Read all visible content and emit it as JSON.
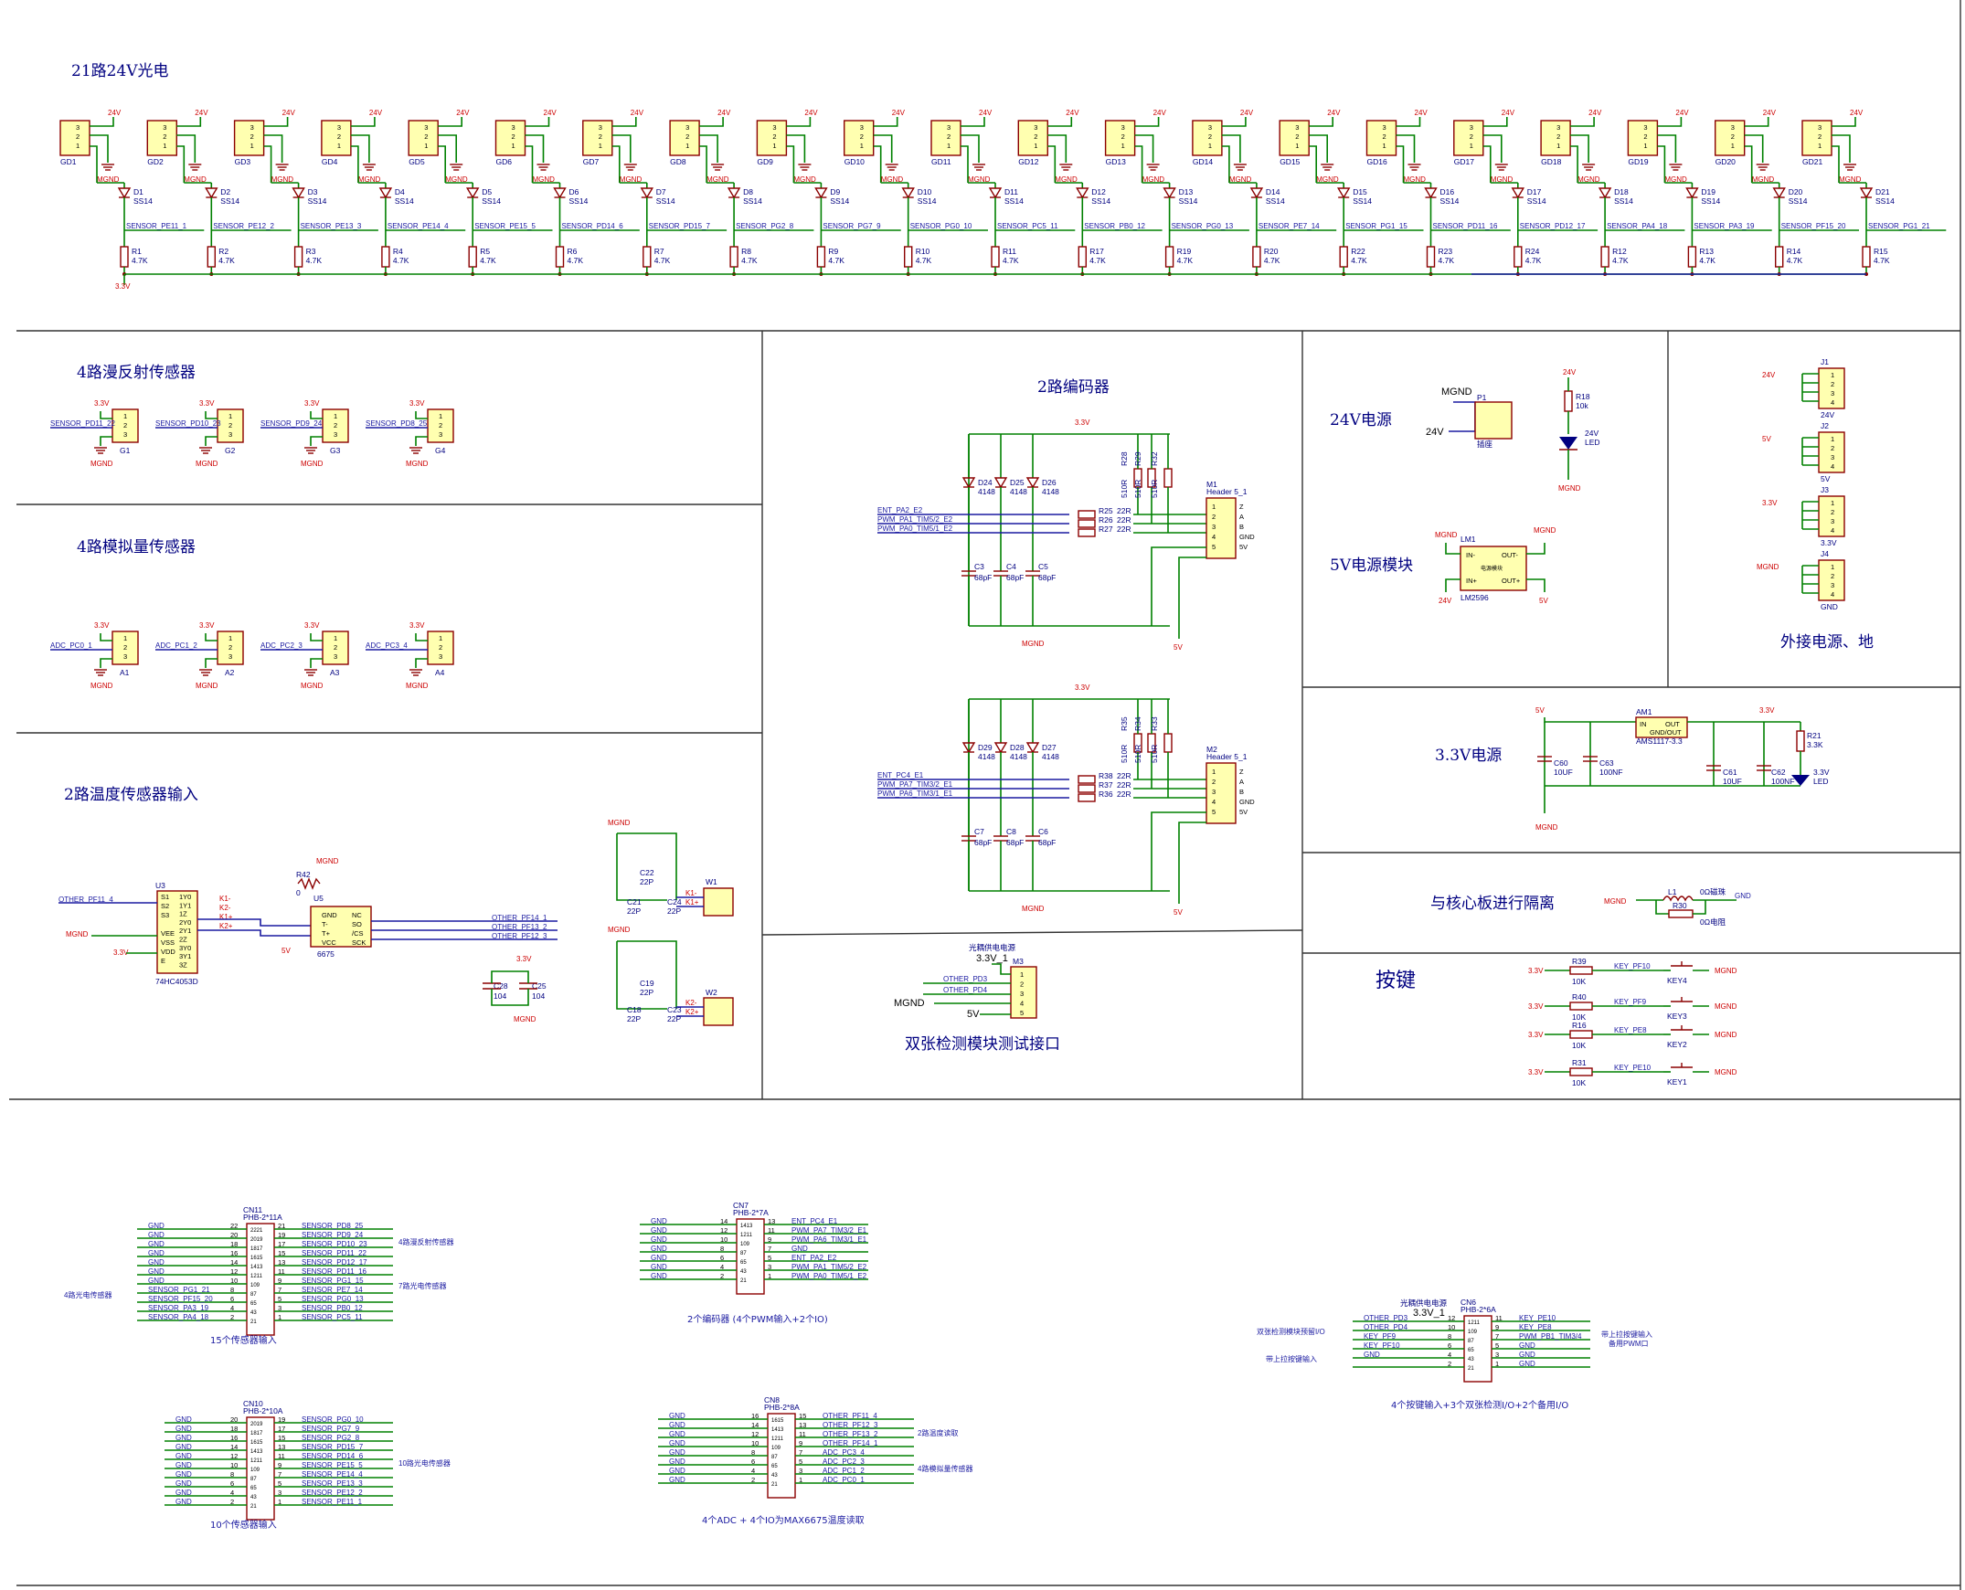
{
  "titles": {
    "optic": "21路24V光电",
    "diffuse": "4路漫反射传感器",
    "analog": "4路模拟量传感器",
    "temp": "2路温度传感器输入",
    "encoder": "2路编码器",
    "p24": "24V电源",
    "p5": "5V电源模块",
    "ext": "外接电源、地",
    "p33": "3.3V电源",
    "iso": "与核心板进行隔离",
    "keys": "按键",
    "double": "双张检测模块测试接口"
  },
  "optic": {
    "vcc": "24V",
    "gnd": "MGND",
    "rpull": "3.3V",
    "channels": [
      {
        "gd": "GD1",
        "d": "D1",
        "r": "R1",
        "net": "SENSOR_PE11_1"
      },
      {
        "gd": "GD2",
        "d": "D2",
        "r": "R2",
        "net": "SENSOR_PE12_2"
      },
      {
        "gd": "GD3",
        "d": "D3",
        "r": "R3",
        "net": "SENSOR_PE13_3"
      },
      {
        "gd": "GD4",
        "d": "D4",
        "r": "R4",
        "net": "SENSOR_PE14_4"
      },
      {
        "gd": "GD5",
        "d": "D5",
        "r": "R5",
        "net": "SENSOR_PE15_5"
      },
      {
        "gd": "GD6",
        "d": "D6",
        "r": "R6",
        "net": "SENSOR_PD14_6"
      },
      {
        "gd": "GD7",
        "d": "D7",
        "r": "R7",
        "net": "SENSOR_PD15_7"
      },
      {
        "gd": "GD8",
        "d": "D8",
        "r": "R8",
        "net": "SENSOR_PG2_8"
      },
      {
        "gd": "GD9",
        "d": "D9",
        "r": "R9",
        "net": "SENSOR_PG7_9"
      },
      {
        "gd": "GD10",
        "d": "D10",
        "r": "R10",
        "net": "SENSOR_PG0_10"
      },
      {
        "gd": "GD11",
        "d": "D11",
        "r": "R11",
        "net": "SENSOR_PC5_11"
      },
      {
        "gd": "GD12",
        "d": "D12",
        "r": "R17",
        "net": "SENSOR_PB0_12"
      },
      {
        "gd": "GD13",
        "d": "D13",
        "r": "R19",
        "net": "SENSOR_PG0_13"
      },
      {
        "gd": "GD14",
        "d": "D14",
        "r": "R20",
        "net": "SENSOR_PE7_14"
      },
      {
        "gd": "GD15",
        "d": "D15",
        "r": "R22",
        "net": "SENSOR_PG1_15"
      },
      {
        "gd": "GD16",
        "d": "D16",
        "r": "R23",
        "net": "SENSOR_PD11_16"
      },
      {
        "gd": "GD17",
        "d": "D17",
        "r": "R24",
        "net": "SENSOR_PD12_17"
      },
      {
        "gd": "GD18",
        "d": "D18",
        "r": "R12",
        "net": "SENSOR_PA4_18"
      },
      {
        "gd": "GD19",
        "d": "D19",
        "r": "R13",
        "net": "SENSOR_PA3_19"
      },
      {
        "gd": "GD20",
        "d": "D20",
        "r": "R14",
        "net": "SENSOR_PF15_20"
      },
      {
        "gd": "GD21",
        "d": "D21",
        "r": "R15",
        "net": "SENSOR_PG1_21"
      }
    ],
    "diode_val": "SS14",
    "res_val": "4.7K"
  },
  "diffuse": [
    {
      "net": "SENSOR_PD11_22",
      "g": "G1"
    },
    {
      "net": "SENSOR_PD10_23",
      "g": "G2"
    },
    {
      "net": "SENSOR_PD9_24",
      "g": "G3"
    },
    {
      "net": "SENSOR_PD8_25",
      "g": "G4"
    }
  ],
  "analog": [
    {
      "net": "ADC_PC0_1",
      "a": "A1"
    },
    {
      "net": "ADC_PC1_2",
      "a": "A2"
    },
    {
      "net": "ADC_PC2_3",
      "a": "A3"
    },
    {
      "net": "ADC_PC3_4",
      "a": "A4"
    }
  ],
  "temp": {
    "u3": "U3",
    "u3_part": "74HC4053D",
    "u3_pins_l": [
      "S1",
      "S2",
      "S3",
      "",
      "VEE",
      "VSS",
      "VDD",
      "E"
    ],
    "u3_pins_r": [
      "1Y0",
      "1Y1",
      "1Z",
      "2Y0",
      "2Y1",
      "2Z",
      "3Y0",
      "3Y1",
      "3Z"
    ],
    "u5": "U5",
    "u5_part": "6675",
    "u5_pins_l": [
      "GND",
      "T-",
      "T+",
      "VCC"
    ],
    "u5_pins_r": [
      "NC",
      "SO",
      "/CS",
      "SCK"
    ],
    "r42": "R42",
    "r42_val": "0",
    "other_pf11": "OTHER_PF11_4",
    "other_pf14": "OTHER_PF14_1",
    "other_pf13": "OTHER_PF13_2",
    "other_pf12": "OTHER_PF12_3",
    "c28": "C28",
    "c25": "C25",
    "cval": "104",
    "mgnd": "MGND",
    "v33": "3.3V",
    "v5": "5V",
    "k1": "K1-",
    "k2": "K2-",
    "k1p": "K1+",
    "k2p": "K2+",
    "w1": "W1",
    "w2": "W2",
    "c22": "C22",
    "c21": "C21",
    "c24": "C24",
    "c19": "C19",
    "c18": "C18",
    "c23": "C23",
    "c22p": "22P"
  },
  "encoder": {
    "m1": "M1",
    "m2": "M2",
    "header": "Header 5_1",
    "pins": [
      "Z",
      "A",
      "B",
      "GND",
      "5V"
    ],
    "enc1": [
      "ENT_PA2_E2",
      "PWM_PA1_TIM5/2_E2",
      "PWM_PA0_TIM5/1_E2"
    ],
    "enc2": [
      "ENT_PC4_E1",
      "PWM_PA7_TIM3/2_E1",
      "PWM_PA6_TIM3/1_E1"
    ],
    "r1": [
      "R25",
      "R26",
      "R27"
    ],
    "r2": [
      "R38",
      "R37",
      "R36"
    ],
    "rval": "22R",
    "d1": [
      "D24",
      "D25",
      "D26"
    ],
    "d2": [
      "D29",
      "D28",
      "D27"
    ],
    "dval": "4148",
    "c1": [
      "C3",
      "C4",
      "C5"
    ],
    "c2": [
      "C7",
      "C8",
      "C6"
    ],
    "cval": "68pF",
    "pull1": [
      "R28",
      "R29",
      "R32"
    ],
    "pull2": [
      "R35",
      "R34",
      "R33"
    ],
    "pullval": "510R",
    "v33": "3.3V",
    "mgnd": "MGND",
    "v5": "5V"
  },
  "power24": {
    "mgnd": "MGND",
    "v24": "24V",
    "p1": "P1",
    "p1_txt": "插座",
    "r18": "R18",
    "r18_val": "10k",
    "led": "24V",
    "led2": "LED"
  },
  "power5": {
    "lm1": "LM1",
    "part": "LM2596",
    "pins": [
      "IN-",
      "OUT-",
      "IN+",
      "OUT+"
    ],
    "mid": "电源模块",
    "mgnd": "MGND",
    "v24": "24V",
    "v5": "5V"
  },
  "ext": {
    "j": [
      "J1",
      "J2",
      "J3",
      "J4"
    ],
    "labels": [
      "24V",
      "5V",
      "3.3V",
      "GND"
    ],
    "pins": [
      "1",
      "2",
      "3",
      "4"
    ],
    "mgnd": "MGND"
  },
  "p33": {
    "am1": "AM1",
    "part": "AMS1117-3.3",
    "in": "IN",
    "out": "OUT",
    "gnd": "GND/OUT",
    "caps": [
      {
        "n": "C60",
        "v": "10UF"
      },
      {
        "n": "C63",
        "v": "100NF"
      },
      {
        "n": "C61",
        "v": "10UF"
      },
      {
        "n": "C62",
        "v": "100NF"
      }
    ],
    "r21": "R21",
    "r21_val": "3.3K",
    "led": "3.3V",
    "led2": "LED",
    "v5": "5V",
    "v33": "3.3V",
    "mgnd": "MGND"
  },
  "iso": {
    "mgnd": "MGND",
    "l1": "L1",
    "r30": "R30",
    "label1": "0Ω磁珠",
    "label2": "0Ω电阻",
    "gnd": "GND"
  },
  "keys": [
    {
      "r": "R39",
      "net": "KEY_PF10",
      "k": "KEY4"
    },
    {
      "r": "R40",
      "net": "KEY_PF9",
      "k": "KEY3"
    },
    {
      "r": "R16",
      "net": "KEY_PE8",
      "k": "KEY2"
    },
    {
      "r": "R31",
      "net": "KEY_PE10",
      "k": "KEY1"
    }
  ],
  "keys_common": {
    "v33": "3.3V",
    "rval": "10K",
    "mgnd": "MGND"
  },
  "double": {
    "m3": "M3",
    "label": "光耦供电电源",
    "v": "3.3V_1",
    "nets": [
      "OTHER_PD3",
      "OTHER_PD4"
    ],
    "mgnd": "MGND",
    "v5": "5V",
    "pins": [
      "1",
      "2",
      "3",
      "4",
      "5"
    ]
  },
  "cn11": {
    "ref": "CN11",
    "part": "PHB-2*11A",
    "left": [
      "GND",
      "GND",
      "GND",
      "GND",
      "GND",
      "GND",
      "GND",
      "SENSOR_PG1_21",
      "SENSOR_PF15_20",
      "SENSOR_PA3_19",
      "SENSOR_PA4_18"
    ],
    "right": [
      "SENSOR_PD8_25",
      "SENSOR_PD9_24",
      "SENSOR_PD10_23",
      "SENSOR_PD11_22",
      "SENSOR_PD12_17",
      "SENSOR_PD11_16",
      "SENSOR_PG1_15",
      "SENSOR_PE7_14",
      "SENSOR_PG0_13",
      "SENSOR_PB0_12",
      "SENSOR_PC5_11"
    ],
    "lpins": [
      "22",
      "20",
      "18",
      "16",
      "14",
      "12",
      "10",
      "8",
      "6",
      "4",
      "2"
    ],
    "rpins": [
      "21",
      "19",
      "17",
      "15",
      "13",
      "11",
      "9",
      "7",
      "5",
      "3",
      "1"
    ],
    "note_r1": "4路漫反射传感器",
    "note_r2": "7路光电传感器",
    "note_l": "4路光电传感器",
    "caption": "15个传感器输入"
  },
  "cn10": {
    "ref": "CN10",
    "part": "PHB-2*10A",
    "left": [
      "GND",
      "GND",
      "GND",
      "GND",
      "GND",
      "GND",
      "GND",
      "GND",
      "GND",
      "GND"
    ],
    "right": [
      "SENSOR_PG0_10",
      "SENSOR_PG7_9",
      "SENSOR_PG2_8",
      "SENSOR_PD15_7",
      "SENSOR_PD14_6",
      "SENSOR_PE15_5",
      "SENSOR_PE14_4",
      "SENSOR_PE13_3",
      "SENSOR_PE12_2",
      "SENSOR_PE11_1"
    ],
    "lpins": [
      "20",
      "18",
      "16",
      "14",
      "12",
      "10",
      "8",
      "6",
      "4",
      "2"
    ],
    "rpins": [
      "19",
      "17",
      "15",
      "13",
      "11",
      "9",
      "7",
      "5",
      "3",
      "1"
    ],
    "note": "10路光电传感器",
    "caption": "10个传感器输入"
  },
  "cn7": {
    "ref": "CN7",
    "part": "PHB-2*7A",
    "left": [
      "GND",
      "GND",
      "GND",
      "GND",
      "GND",
      "GND",
      "GND"
    ],
    "right": [
      "ENT_PC4_E1",
      "PWM_PA7_TIM3/2_E1",
      "PWM_PA6_TIM3/1_E1",
      "GND",
      "ENT_PA2_E2",
      "PWM_PA1_TIM5/2_E2",
      "PWM_PA0_TIM5/1_E2"
    ],
    "lpins": [
      "14",
      "12",
      "10",
      "8",
      "6",
      "4",
      "2"
    ],
    "rpins": [
      "13",
      "11",
      "9",
      "7",
      "5",
      "3",
      "1"
    ],
    "caption": "2个编码器 (4个PWM输入+2个IO)"
  },
  "cn8": {
    "ref": "CN8",
    "part": "PHB-2*8A",
    "left": [
      "GND",
      "GND",
      "GND",
      "GND",
      "GND",
      "GND",
      "GND",
      "GND"
    ],
    "right": [
      "OTHER_PF11_4",
      "OTHER_PF12_3",
      "OTHER_PF13_2",
      "OTHER_PF14_1",
      "ADC_PC3_4",
      "ADC_PC2_3",
      "ADC_PC1_2",
      "ADC_PC0_1"
    ],
    "lpins": [
      "16",
      "14",
      "12",
      "10",
      "8",
      "6",
      "4",
      "2"
    ],
    "rpins": [
      "15",
      "13",
      "11",
      "9",
      "7",
      "5",
      "3",
      "1"
    ],
    "note1": "2路温度读取",
    "note2": "4路模拟量传感器",
    "caption": "4个ADC + 4个IO为MAX6675温度读取"
  },
  "cn6": {
    "ref": "CN6",
    "part": "PHB-2*6A",
    "label": "光耦供电电源",
    "v": "3.3V_1",
    "left": [
      "OTHER_PD3",
      "OTHER_PD4",
      "KEY_PF9",
      "KEY_PF10",
      "GND"
    ],
    "right": [
      "KEY_PE10",
      "KEY_PE8",
      "PWM_PB1_TIM3/4",
      "GND",
      "GND",
      "GND"
    ],
    "lpins": [
      "12",
      "10",
      "8",
      "6",
      "4",
      "2"
    ],
    "rpins": [
      "11",
      "9",
      "7",
      "5",
      "3",
      "1"
    ],
    "note_l1": "双张检测模块预留I/O",
    "note_l2": "带上拉按键输入",
    "note_r1": "带上拉按键输入",
    "note_r2": "备用PWM口",
    "caption": "4个按键输入+3个双张检测I/O+2个备用I/O"
  }
}
